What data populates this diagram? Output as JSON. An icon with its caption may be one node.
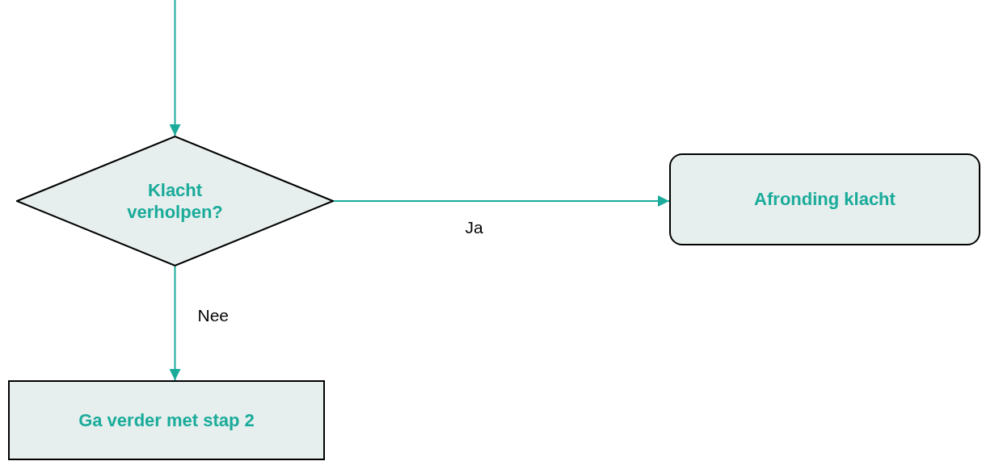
{
  "diagram": {
    "nodes": [
      {
        "text": [
          "Klacht verholpen?"
        ]
      },
      {
        "text": [
          "Afronding klacht"
        ]
      },
      {
        "text": [
          "Ga verder met stap 2"
        ]
      }
    ],
    "edges": [
      {
        "from": null,
        "to": 0,
        "arrow": "to"
      },
      {
        "from": 0,
        "to": 1,
        "arrow": "to",
        "label": "Ja"
      },
      {
        "from": 0,
        "to": 2,
        "arrow": "to",
        "label": "Nee"
      }
    ]
  }
}
